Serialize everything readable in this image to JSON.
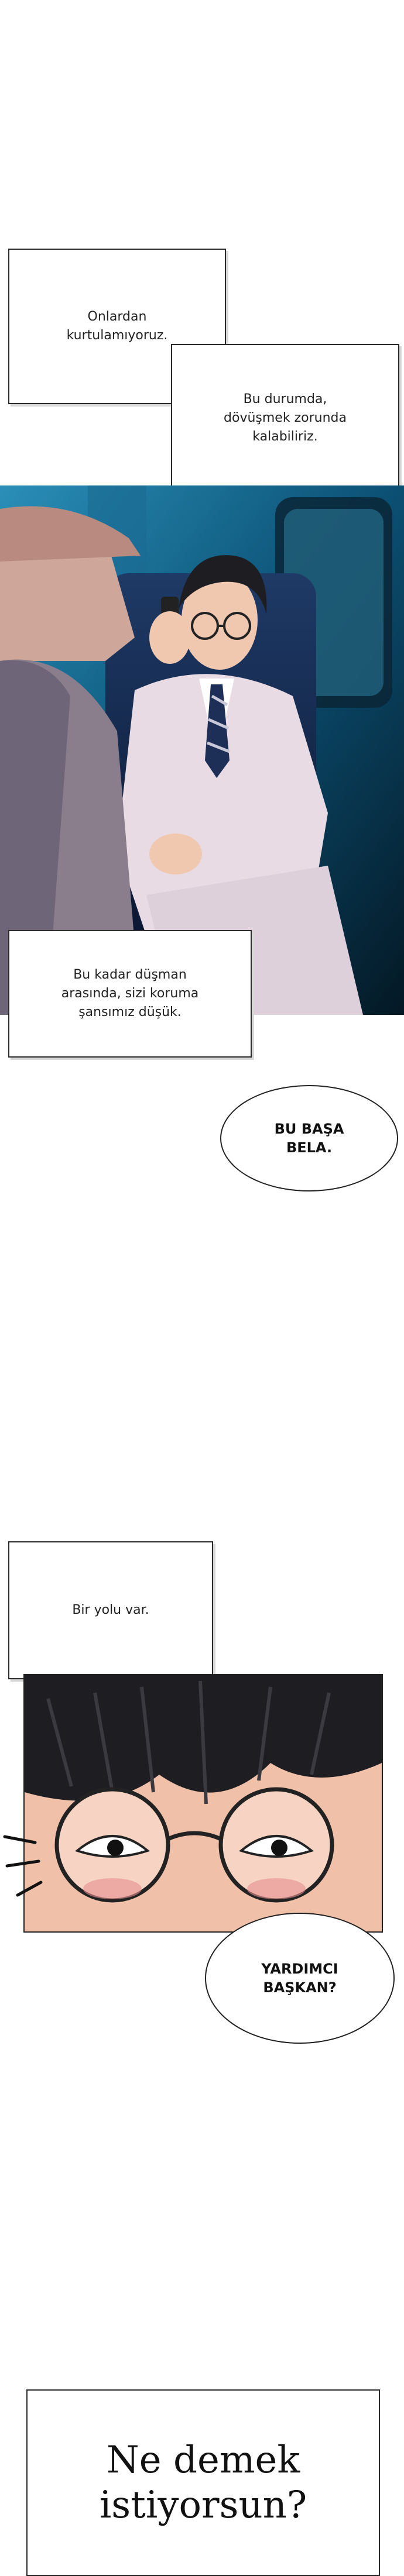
{
  "captions": {
    "c1": "Onlardan\nkurtulamıyoruz.",
    "c2": "Bu durumda,\ndövüşmek zorunda\nkalabiliriz.",
    "c3": "Bu kadar düşman\narasında, sizi koruma\nşansımız düşük.",
    "c4": "Bir yolu var.",
    "c5": "Ne demek\nistiyorsun?"
  },
  "bubbles": {
    "b1": "BU BAŞA\nBELA.",
    "b2": "YARDIMCI\nBAŞKAN?"
  },
  "colors": {
    "train_blue": "#0d5f86",
    "suit": "#e8dbe4",
    "hair": "#1e1e22",
    "skin": "#f0c8b0"
  }
}
